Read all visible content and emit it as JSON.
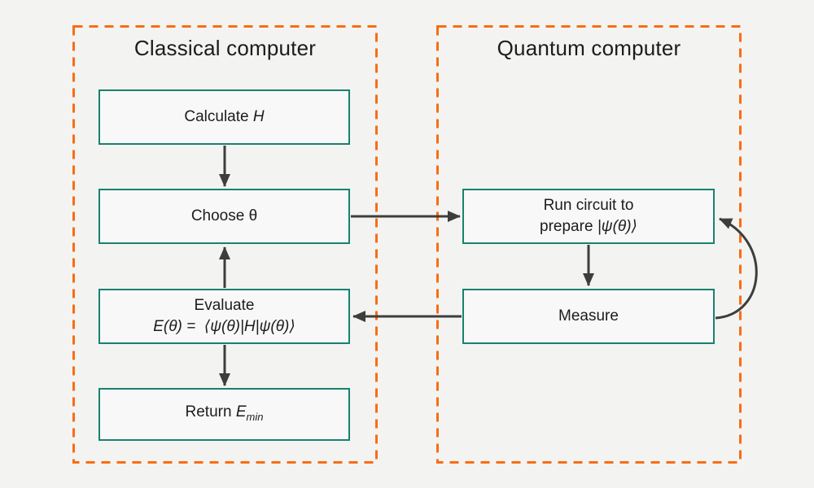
{
  "colors": {
    "background": "#f3f3f2",
    "node_fill": "#f7f8f7",
    "node_border": "#17826f",
    "panel_border": "#f96d15",
    "arrow": "#3d3d3d",
    "text": "#1c1c1c"
  },
  "diagram": {
    "panels": [
      {
        "title": "Classical computer"
      },
      {
        "title": "Quantum computer"
      }
    ],
    "nodes": {
      "calculate": {
        "text": "Calculate ",
        "math": "H"
      },
      "choose": {
        "text": "Choose θ"
      },
      "evaluate": {
        "title": "Evaluate",
        "formula": "E(θ) =  ⟨ψ(θ)|H|ψ(θ)⟩"
      },
      "return_result": {
        "text": "Return ",
        "math": "E",
        "subscript": "min"
      },
      "run_circuit": {
        "line1": "Run circuit to",
        "line2": "prepare ",
        "math": "|ψ(θ)⟩"
      },
      "measure": {
        "text": "Measure"
      }
    },
    "flow": [
      "Calculate H → Choose θ",
      "Evaluate E(θ) → Choose θ",
      "Evaluate E(θ) → Return Emin",
      "Choose θ → Run circuit to prepare |ψ(θ)⟩",
      "Run circuit → Measure",
      "Measure → Evaluate E(θ)",
      "Measure → Run circuit (feedback loop)"
    ]
  }
}
